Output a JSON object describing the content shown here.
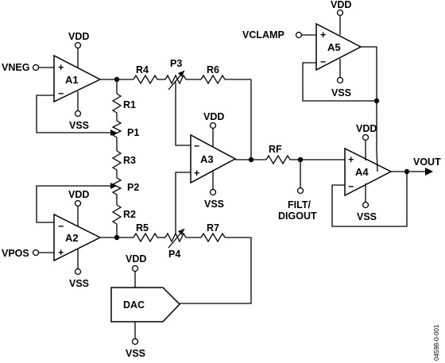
{
  "amplifiers": {
    "a1": "A1",
    "a2": "A2",
    "a3": "A3",
    "a4": "A4",
    "a5": "A5"
  },
  "supplies": {
    "vdd": "VDD",
    "vss": "VSS"
  },
  "resistors": {
    "r1": "R1",
    "r2": "R2",
    "r3": "R3",
    "r4": "R4",
    "r5": "R5",
    "r6": "R6",
    "r7": "R7",
    "rf": "RF"
  },
  "potentiometers": {
    "p1": "P1",
    "p2": "P2",
    "p3": "P3",
    "p4": "P4"
  },
  "nets": {
    "vneg": "VNEG",
    "vpos": "VPOS",
    "vclamp": "VCLAMP",
    "vout": "VOUT",
    "filt_line1": "FILT/",
    "filt_line2": "DIGOUT"
  },
  "dac": "DAC",
  "signs": {
    "plus": "+",
    "minus": "−"
  },
  "figure_id": "04598-0-001"
}
